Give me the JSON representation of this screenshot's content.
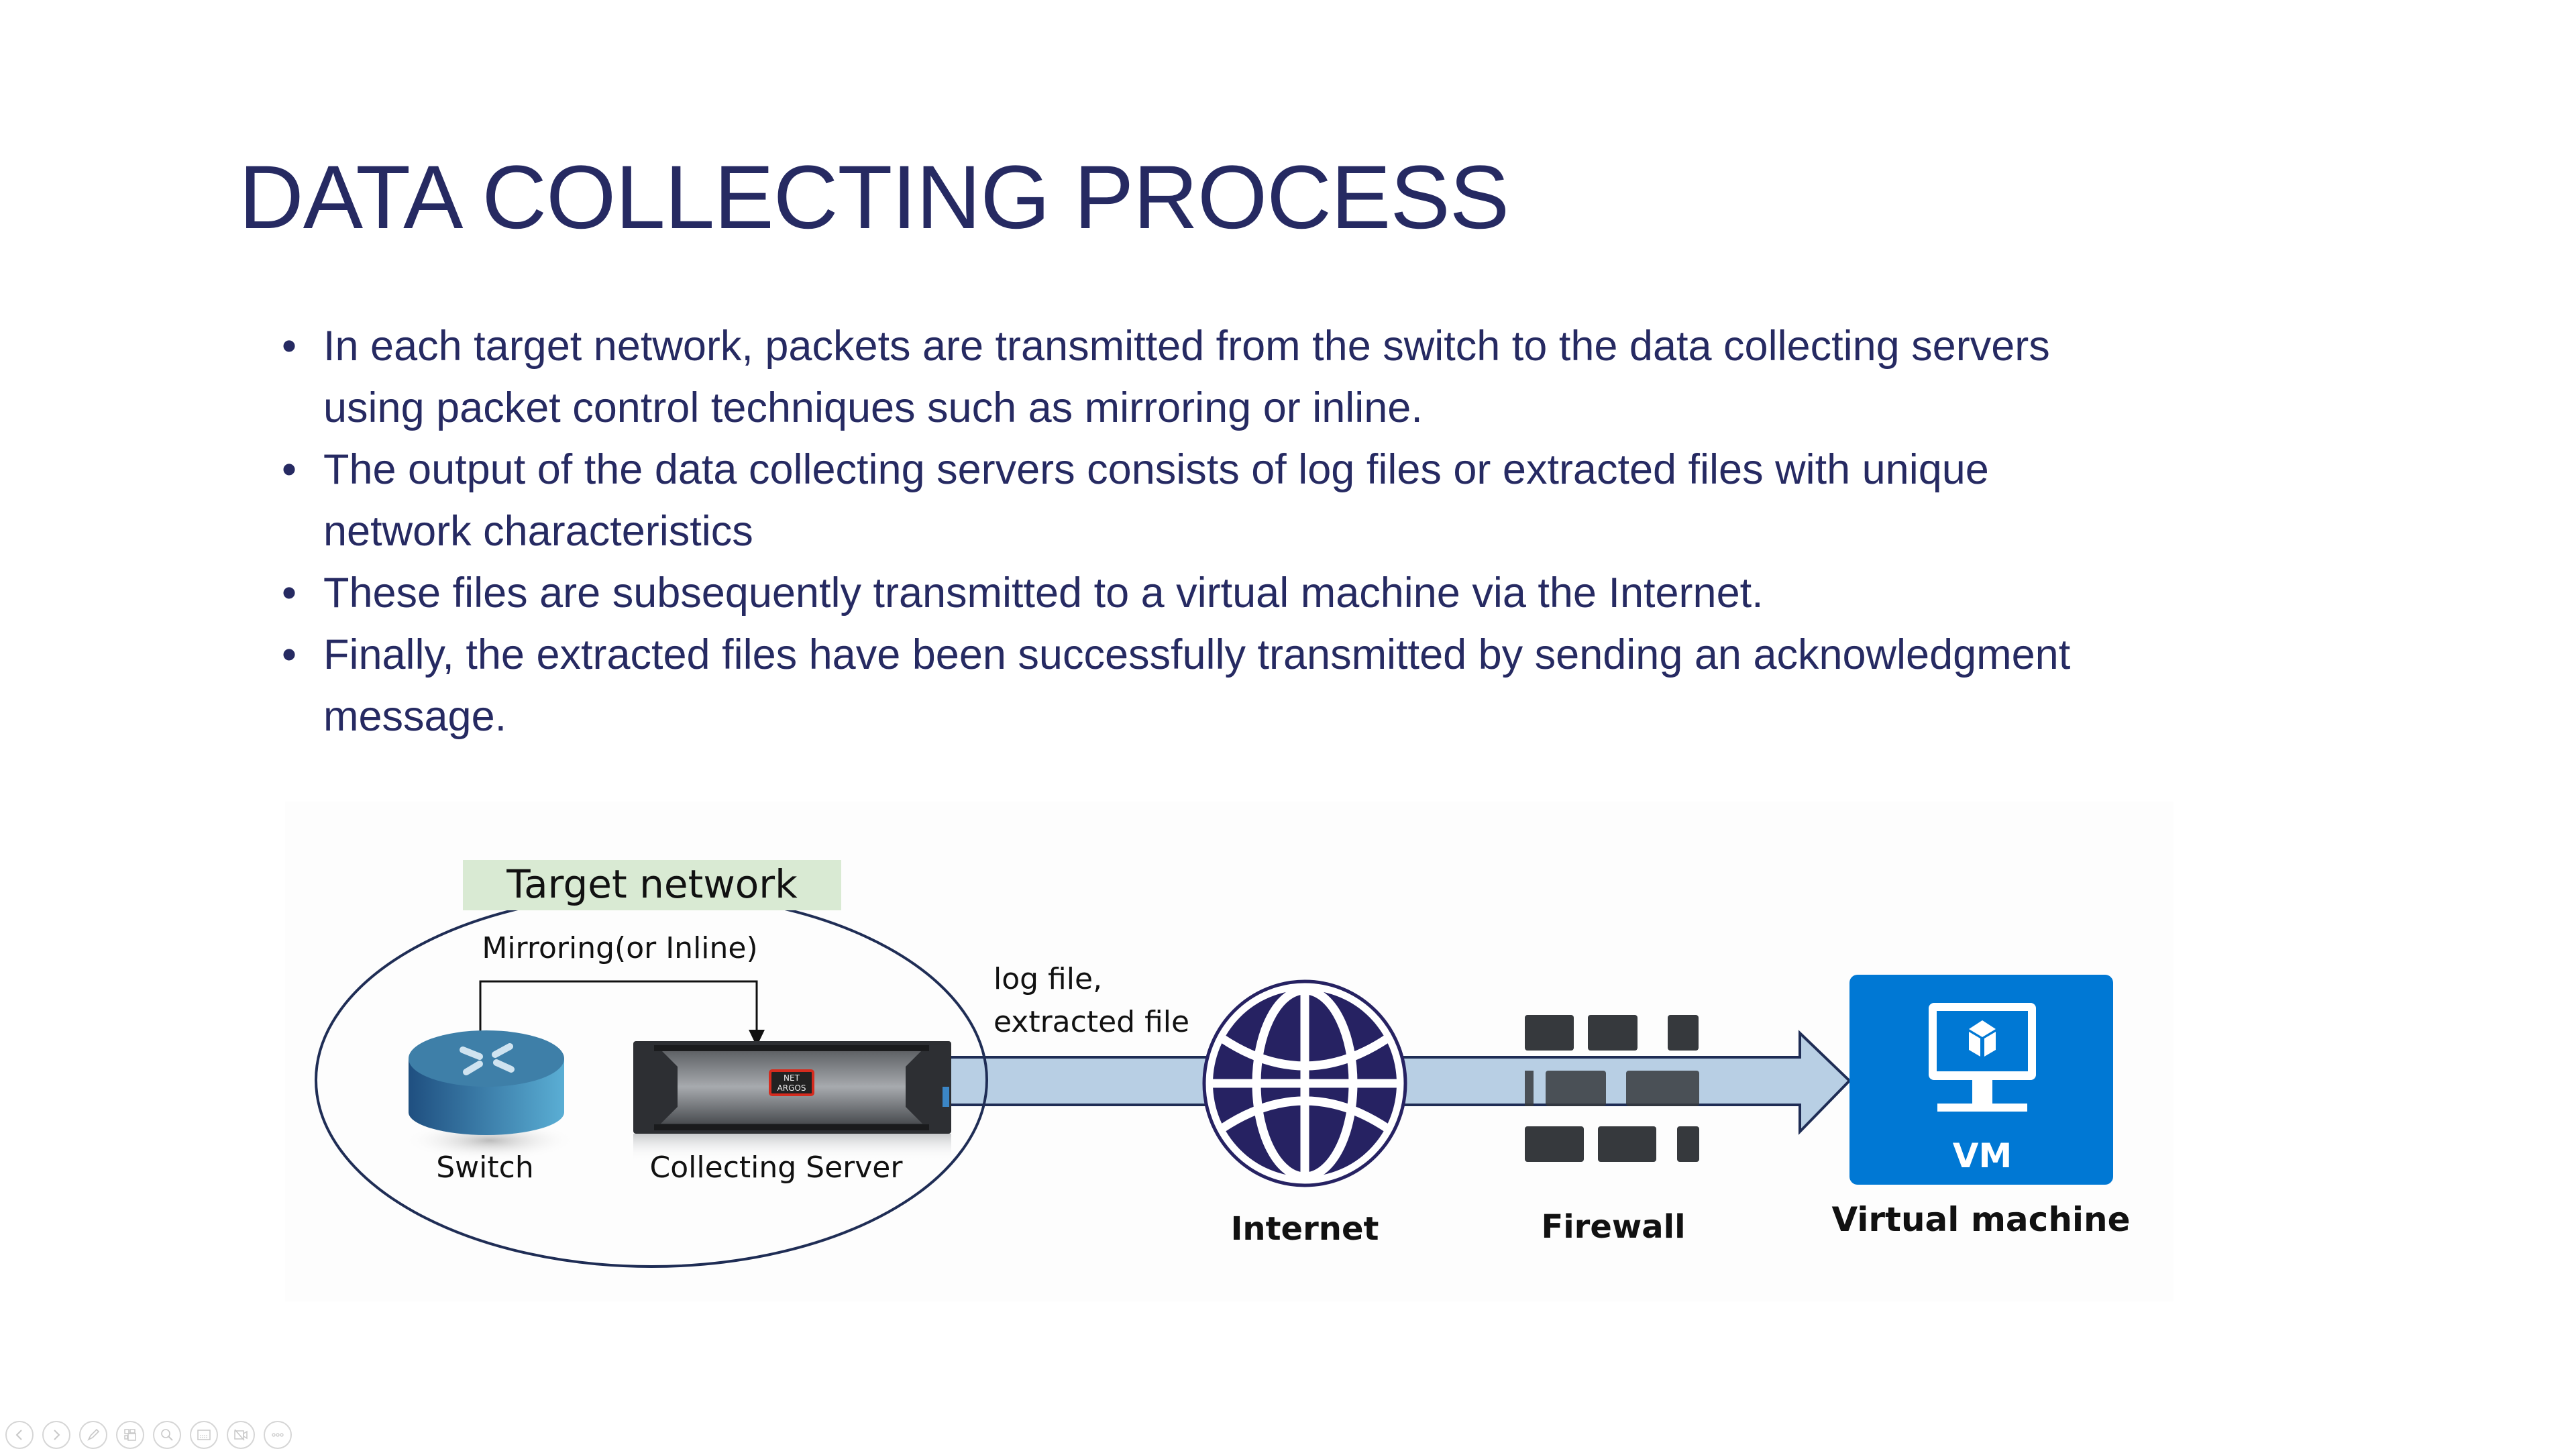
{
  "slide": {
    "title": "DATA COLLECTING PROCESS",
    "bullets": [
      {
        "lines": [
          "In each target network, packets are transmitted from the switch to the data collecting servers",
          "using packet control techniques such as mirroring or inline."
        ]
      },
      {
        "lines": [
          "The output of the data collecting servers consists of log files or extracted files with unique",
          "network characteristics"
        ]
      },
      {
        "lines": [
          "These files are subsequently transmitted to a virtual machine via the Internet."
        ]
      },
      {
        "lines": [
          "Finally, the extracted files have been successfully transmitted by sending an acknowledgment",
          "message."
        ]
      }
    ],
    "bullet_glyph": "•"
  },
  "diagram": {
    "target_network_label": "Target network",
    "mirroring_label": "Mirroring(or Inline)",
    "switch_label": "Switch",
    "server_label": "Collecting Server",
    "server_brand_line1": "NET",
    "server_brand_line2": "ARGOS",
    "flow_label_line1": "log file,",
    "flow_label_line2": "extracted file",
    "internet_label": "Internet",
    "firewall_label": "Firewall",
    "vm_badge": "VM",
    "vm_label": "Virtual machine",
    "colors": {
      "title_text": "#262a62",
      "ellipse_stroke": "#1f2d55",
      "target_box_fill": "#d9ead3",
      "flow_fill": "#b8cfe4",
      "globe_fill": "#262262",
      "firewall_block": "#36393d",
      "vm_fill": "#0078d4",
      "switch_blue": "#3a7ca5"
    }
  },
  "toolbar": {
    "buttons": [
      {
        "name": "previous-slide",
        "icon": "chevron-left-icon"
      },
      {
        "name": "next-slide",
        "icon": "chevron-right-icon"
      },
      {
        "name": "pen",
        "icon": "pen-icon"
      },
      {
        "name": "see-all-slides",
        "icon": "slides-grid-icon"
      },
      {
        "name": "zoom",
        "icon": "magnifier-icon"
      },
      {
        "name": "subtitles",
        "icon": "subtitles-icon"
      },
      {
        "name": "camera",
        "icon": "camera-off-icon"
      },
      {
        "name": "more-options",
        "icon": "more-icon"
      }
    ]
  }
}
